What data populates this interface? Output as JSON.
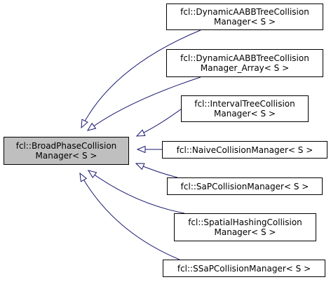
{
  "diagram": {
    "colors": {
      "edge": "#191970",
      "node_border": "#000000",
      "base_fill": "#bfbfbf",
      "node_fill": "#ffffff"
    },
    "base_class": {
      "line1": "fcl::BroadPhaseCollision",
      "line2": "Manager< S >"
    },
    "derived_classes": [
      {
        "line1": "fcl::DynamicAABBTreeCollision",
        "line2": "Manager< S >"
      },
      {
        "line1": "fcl::DynamicAABBTreeCollision",
        "line2": "Manager_Array< S >"
      },
      {
        "line1": "fcl::IntervalTreeCollision",
        "line2": "Manager< S >"
      },
      {
        "line1": "fcl::NaiveCollisionManager< S >",
        "line2": ""
      },
      {
        "line1": "fcl::SaPCollisionManager< S >",
        "line2": ""
      },
      {
        "line1": "fcl::SpatialHashingCollision",
        "line2": "Manager< S >"
      },
      {
        "line1": "fcl::SSaPCollisionManager< S >",
        "line2": ""
      }
    ],
    "edges": [
      {
        "from": "derived_classes.0",
        "to": "base_class"
      },
      {
        "from": "derived_classes.1",
        "to": "base_class"
      },
      {
        "from": "derived_classes.2",
        "to": "base_class"
      },
      {
        "from": "derived_classes.3",
        "to": "base_class"
      },
      {
        "from": "derived_classes.4",
        "to": "base_class"
      },
      {
        "from": "derived_classes.5",
        "to": "base_class"
      },
      {
        "from": "derived_classes.6",
        "to": "base_class"
      }
    ]
  }
}
